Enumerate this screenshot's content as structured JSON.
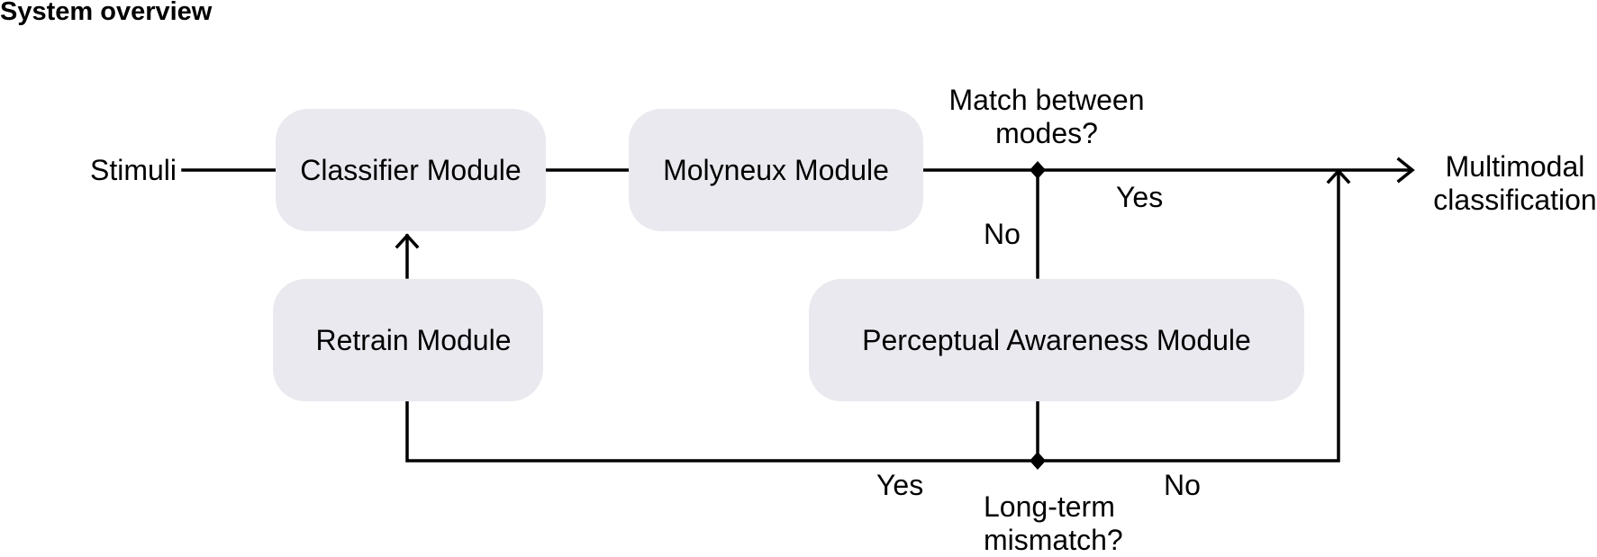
{
  "title": "System overview",
  "nodes": {
    "classifier": "Classifier Module",
    "molyneux": "Molyneux Module",
    "retrain": "Retrain Module",
    "awareness": "Perceptual Awareness Module"
  },
  "terminals": {
    "input": "Stimuli",
    "output_line1": "Multimodal",
    "output_line2": "classification"
  },
  "decisions": {
    "match": {
      "question_line1": "Match between",
      "question_line2": "modes?",
      "yes": "Yes",
      "no": "No"
    },
    "mismatch": {
      "question_line1": "Long-term",
      "question_line2": "mismatch?",
      "yes": "Yes",
      "no": "No"
    }
  },
  "colors": {
    "box_fill": "#e9e9ef",
    "line": "#000000"
  }
}
